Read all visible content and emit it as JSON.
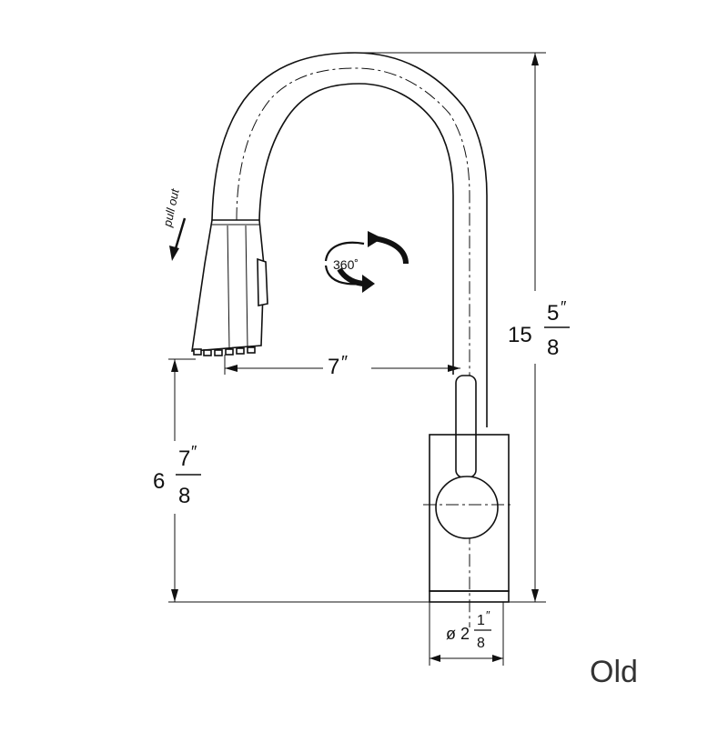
{
  "dimensions": {
    "spout_reach": {
      "whole": "7",
      "unit": "″"
    },
    "total_height": {
      "whole": "15",
      "num": "5",
      "unit": "″",
      "den": "8"
    },
    "spout_height": {
      "whole": "6",
      "num": "7",
      "unit": "″",
      "den": "8"
    },
    "base_diameter": {
      "symbol": "ø",
      "whole": "2",
      "num": "1",
      "unit": "″",
      "den": "8"
    }
  },
  "labels": {
    "pull_out": "pull out",
    "rotation": "360˚",
    "version": "Old"
  },
  "colors": {
    "line": "#111111",
    "background": "#ffffff",
    "version_text": "#333333"
  },
  "icons": {
    "rotation": "rotate-360-icon",
    "pull_direction": "arrow-down-left-icon"
  }
}
